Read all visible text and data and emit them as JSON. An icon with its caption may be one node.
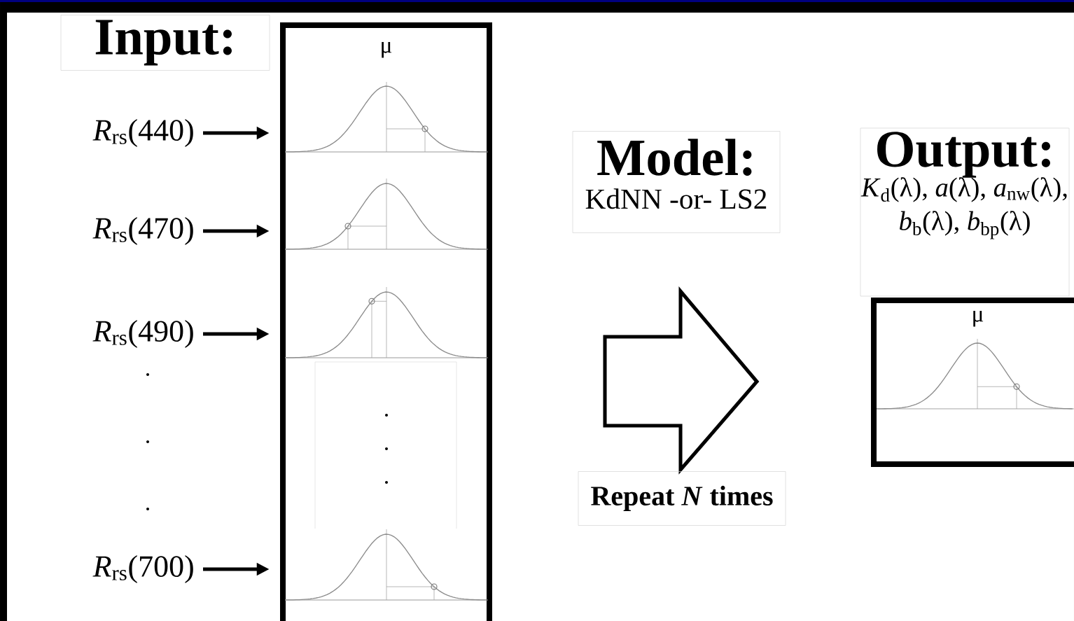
{
  "diagram": {
    "nodes": [
      {
        "text": [
          "Input:"
        ]
      },
      {
        "text": [
          "*R*$_{rs}$(440)"
        ]
      },
      {
        "text": [
          "*R*$_{rs}$(470)"
        ]
      },
      {
        "text": [
          "*R*$_{rs}$(490)"
        ]
      },
      {
        "text": [
          "*R*$_{rs}$(700)"
        ]
      },
      {
        "text": [
          "μ"
        ]
      },
      {
        "text": [],
        "shape": "picture",
        "in": 5
      },
      {
        "text": [],
        "shape": "picture",
        "in": 5
      },
      {
        "text": [],
        "shape": "picture",
        "in": 5
      },
      {
        "text": [],
        "shape": "picture",
        "in": 5
      },
      {
        "text": [
          "Model:",
          "KdNN -or- LS2"
        ]
      },
      {
        "text": [],
        "shape": "arrow"
      },
      {
        "text": [
          "Repeat *N* times"
        ]
      },
      {
        "text": [
          "Output:",
          "*K*$_{d}$(λ), *a*(λ), *a*$_{nw}$(λ), *b*$_{b}$(λ), *b*$_{bp}$(λ)"
        ]
      },
      {
        "text": [
          "μ"
        ]
      },
      {
        "text": [],
        "shape": "picture",
        "in": 14
      }
    ],
    "edges": [
      {
        "from": 1,
        "to": 6,
        "arrow": "to"
      },
      {
        "from": 2,
        "to": 7,
        "arrow": "to"
      },
      {
        "from": 3,
        "to": 8,
        "arrow": "to"
      },
      {
        "from": 4,
        "to": 9,
        "arrow": "to"
      }
    ]
  }
}
